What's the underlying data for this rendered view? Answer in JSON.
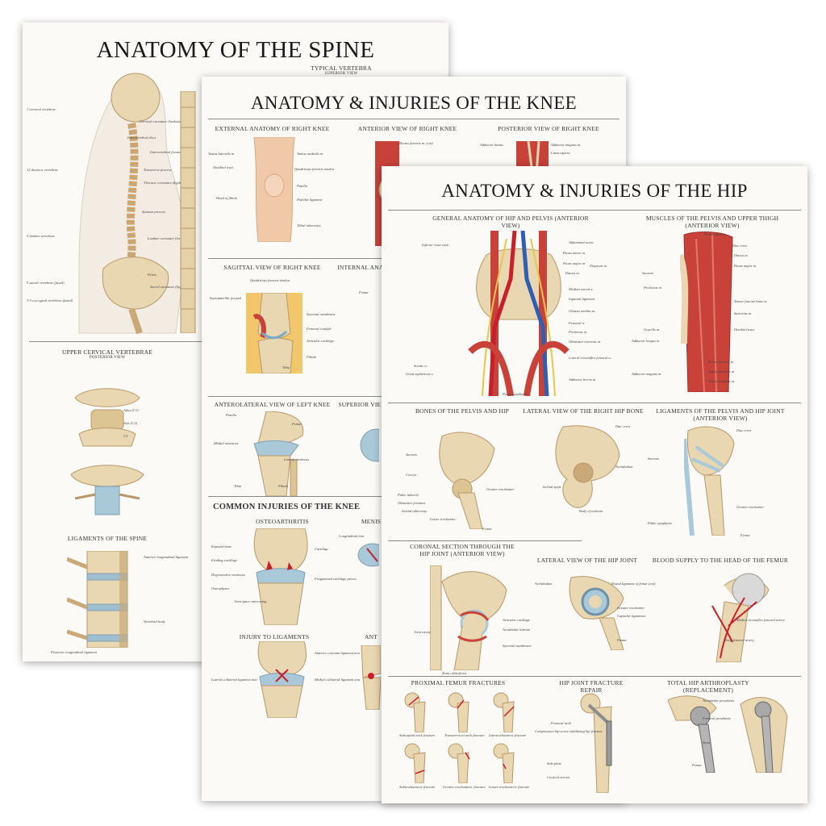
{
  "posters": {
    "spine": {
      "title": "ANATOMY OF THE SPINE",
      "sections": {
        "typical_vertebra": "TYPICAL VERTEBRA",
        "superior_view": "SUPERIOR VIEW",
        "upper_cervical": "UPPER CERVICAL VERTEBRAE",
        "posterior_view": "POSTERIOR VIEW",
        "ligaments": "LIGAMENTS OF THE SPINE"
      },
      "labels": {
        "cervical": "7 cervical vertebrae",
        "thoracic": "12 thoracic vertebrae",
        "lumbar": "5 lumbar vertebrae",
        "sacral": "5 sacral vertebrae (fused)",
        "coccygeal": "3-5 coccygeal vertebrae (fused)",
        "cervical_curv": "Cervical curvature (lordosis)",
        "intervertebral_discs": "Intervertebral discs",
        "intervertebral_foramen": "Intervertebral foramen",
        "transverse": "Transverse process",
        "thoracic_curv": "Thoracic curvature (kyphosis)",
        "spinous": "Spinous process",
        "lumbar_curv": "Lumbar curvature (lordosis)",
        "pelvis": "Pelvis",
        "sacral_curv": "Sacral curvature (kyphosis)",
        "atlas": "Atlas (C1)",
        "axis": "Axis (C2)",
        "c3": "C3",
        "anterior_long": "Anterior longitudinal ligament",
        "posterior_long": "Posterior longitudinal ligament",
        "vertebral_body": "Vertebral body"
      }
    },
    "knee": {
      "title": "ANATOMY & INJURIES OF THE KNEE",
      "sections": {
        "external": "EXTERNAL ANATOMY OF RIGHT KNEE",
        "anterior": "ANTERIOR VIEW OF RIGHT KNEE",
        "posterior": "POSTERIOR VIEW OF RIGHT KNEE",
        "sagittal": "SAGITTAL VIEW OF RIGHT KNEE",
        "internal": "INTERNAL ANATOM",
        "anterolateral": "ANTEROLATERAL VIEW OF LEFT KNEE",
        "superior": "SUPERIOR VIEW OF",
        "common_injuries": "COMMON INJURIES OF THE KNEE",
        "osteoarthritis": "OSTEOARTHRITIS",
        "menis": "MENIS",
        "ligament_injury": "INJURY TO LIGAMENTS",
        "ant": "ANT"
      },
      "labels": {
        "vastus_lat": "Vastus lateralis m.",
        "vastus_med": "Vastus medialis m.",
        "iliotibial": "Iliotibial tract",
        "quad_tendon": "Quadriceps femoris tendon",
        "patella": "Patella",
        "head_fibula": "Head of fibula",
        "patellar_lig": "Patellar ligament",
        "tibial_tub": "Tibial tuberosity",
        "rectus_fem": "Rectus femoris m. (cut)",
        "adductor_hiatus": "Adductor hiatus",
        "adductor_magnus": "Adductor magnus m.",
        "linea_aspera": "Linea aspera",
        "suprapatellar": "Suprapatellar fat pad",
        "synovial": "Synovial membrane",
        "femoral_condyle": "Femoral condyle",
        "articular_cart": "Articular cartilage",
        "fibula": "Fibula",
        "tibia": "Tibia",
        "femur": "Femur",
        "lat_meniscus": "Lateral meniscus",
        "med_meniscus": "Medial meniscus",
        "exposed_bone": "Exposed bone",
        "cartilage": "Cartilage",
        "eroding": "Eroding cartilage",
        "degenerative": "Degenerative meniscus",
        "osteophytes": "Osteophytes",
        "joint_space": "Joint space narrowing",
        "fragmented": "Fragmented cartilage pieces",
        "acl_tear": "Anterior cruciate ligament tear",
        "lcl_tear": "Lateral collateral ligament tear",
        "mcl_tear": "Medial collateral ligament tear",
        "longitudinal_tear": "Longitudinal tear"
      }
    },
    "hip": {
      "title": "ANATOMY & INJURIES OF THE HIP",
      "sections": {
        "general": "GENERAL ANATOMY OF HIP AND PELVIS (ANTERIOR VIEW)",
        "muscles": "MUSCLES OF THE PELVIS AND UPPER THIGH (ANTERIOR VIEW)",
        "bones": "BONES OF THE PELVIS AND HIP",
        "lateral_bone": "LATERAL VIEW OF THE RIGHT HIP BONE",
        "ligaments": "LIGAMENTS OF THE PELVIS AND HIP JOINT (ANTERIOR VIEW)",
        "coronal": "CORONAL SECTION THROUGH THE HIP JOINT (ANTERIOR VIEW)",
        "lateral_joint": "LATERAL VIEW OF THE HIP JOINT",
        "blood_supply": "BLOOD SUPPLY TO THE HEAD OF THE FEMUR",
        "fractures": "PROXIMAL FEMUR FRACTURES",
        "repair": "HIP JOINT FRACTURE REPAIR",
        "arthroplasty": "TOTAL HIP ARTHROPLASTY (REPLACEMENT)"
      },
      "labels": {
        "ivc": "Inferior vena cava",
        "abd_aorta": "Abdominal aorta",
        "psoas_minor": "Psoas minor m.",
        "psoas_major": "Psoas major m.",
        "iliacus": "Iliacus m.",
        "iliopsoas": "Iliopsoas m.",
        "median_sacral": "Median sacral a.",
        "inguinal": "Inguinal ligament",
        "gluteus_med": "Gluteus medius m.",
        "femoral_n": "Femoral n.",
        "pectineus": "Pectineus m.",
        "obturator_ext": "Obturator externus m.",
        "lat_circ": "Lateral circumflex femoral a.",
        "adductor_brevis": "Adductor brevis m.",
        "pubic_symph": "Pubic symphysis",
        "sciatic": "Sciatic n.",
        "great_saph": "Great saphenous v.",
        "iliac_crest": "Iliac crest",
        "sartorius": "Sartorius m.",
        "tensor": "Tensor fasciae latae m.",
        "gracilis": "Gracilis m.",
        "adductor_longus": "Adductor longus m.",
        "iliotibial": "Iliotibial tract",
        "rectus_fem": "Rectus femoris m.",
        "adductor_magnus": "Adductor magnus m.",
        "vastus_med": "Vastus medialis m.",
        "vastus_lat": "Vastus lateralis m.",
        "quadriceps": "Quadriceps femoris m. (Vastus intermedius m. not shown)",
        "sacrum": "Sacrum",
        "coccyx": "Coccyx",
        "pubic_tubercle": "Pubic tubercle",
        "obturator_foramen": "Obturator foramen",
        "ischial_tub": "Ischial tuberosity",
        "lesser_troch": "Lesser trochanter",
        "greater_troch": "Greater trochanter",
        "femur": "Femur",
        "acetabulum": "Acetabulum",
        "ischial_spine": "Ischial spine",
        "body_ischium": "Body of ischium",
        "joint_cavity": "Joint cavity",
        "articular_cart": "Articular cartilage",
        "synovial": "Synovial membrane",
        "zona": "Zona orbicularis",
        "labrum": "Acetabular labrum",
        "lig_head": "Round ligament of femur (cut)",
        "capsular": "Capsular ligaments",
        "deep_femoral": "Deep femoral artery",
        "medial_circ": "Medial circumflex femoral artery",
        "subcapital": "Subcapital neck fracture",
        "transcervical": "Transcervical neck fracture",
        "intertroch": "Intertrochanteric fracture",
        "subtroch": "Subtrochanteric fracture",
        "greater_troch_fx": "Greater trochanteric fracture",
        "lesser_troch_fx": "Lesser trochanteric fracture",
        "femoral_neck": "Femoral neck",
        "compression_screw": "Compression hip screw stabilizing hip fracture",
        "side_plate": "Side plate",
        "cortical_screws": "Cortical screws",
        "acetabular_prosth": "Acetabular prosthesis",
        "femoral_prosth": "Femoral prosthesis",
        "stem": "Stem"
      }
    }
  },
  "colors": {
    "bone": "#e8d7b0",
    "bone_shade": "#c9a978",
    "muscle": "#c8423a",
    "muscle_light": "#e07a6a",
    "artery": "#c8202a",
    "vein": "#2f5fb3",
    "nerve": "#e8c64a",
    "cartilage": "#a9c8d8"
  }
}
